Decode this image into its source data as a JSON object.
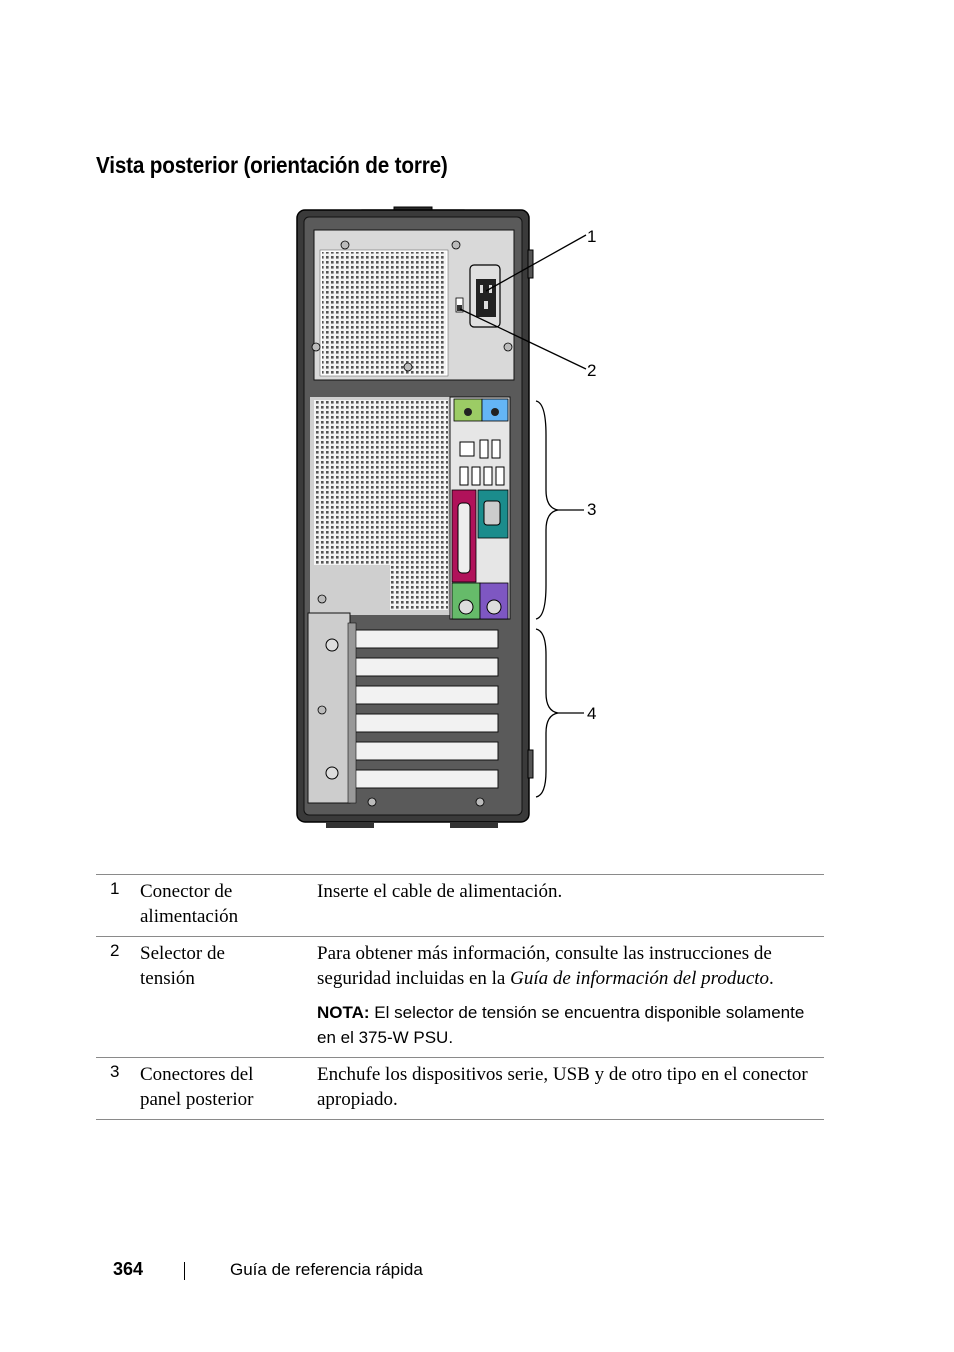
{
  "page": {
    "title": "Vista posterior (orientación de torre)",
    "page_number": "364",
    "footer_title": "Guía de referencia rápida"
  },
  "figure": {
    "callouts": [
      "1",
      "2",
      "3",
      "4"
    ]
  },
  "legend": {
    "rows": [
      {
        "num": "1",
        "item_line1": "Conector de",
        "item_line2": "alimentación",
        "desc": "Inserte el cable de alimentación."
      },
      {
        "num": "2",
        "item_line1": "Selector de",
        "item_line2": "tensión",
        "desc_prefix": "Para obtener más información, consulte las instrucciones de seguridad incluidas en la ",
        "desc_italic": "Guía de información del producto",
        "desc_suffix": ".",
        "note_label": "NOTA:",
        "note_text": " El selector de tensión se encuentra disponible solamente en el 375-W PSU."
      },
      {
        "num": "3",
        "item_line1": "Conectores del",
        "item_line2": "panel posterior",
        "desc": "Enchufe los dispositivos serie, USB y de otro tipo en el conector apropiado."
      }
    ]
  }
}
